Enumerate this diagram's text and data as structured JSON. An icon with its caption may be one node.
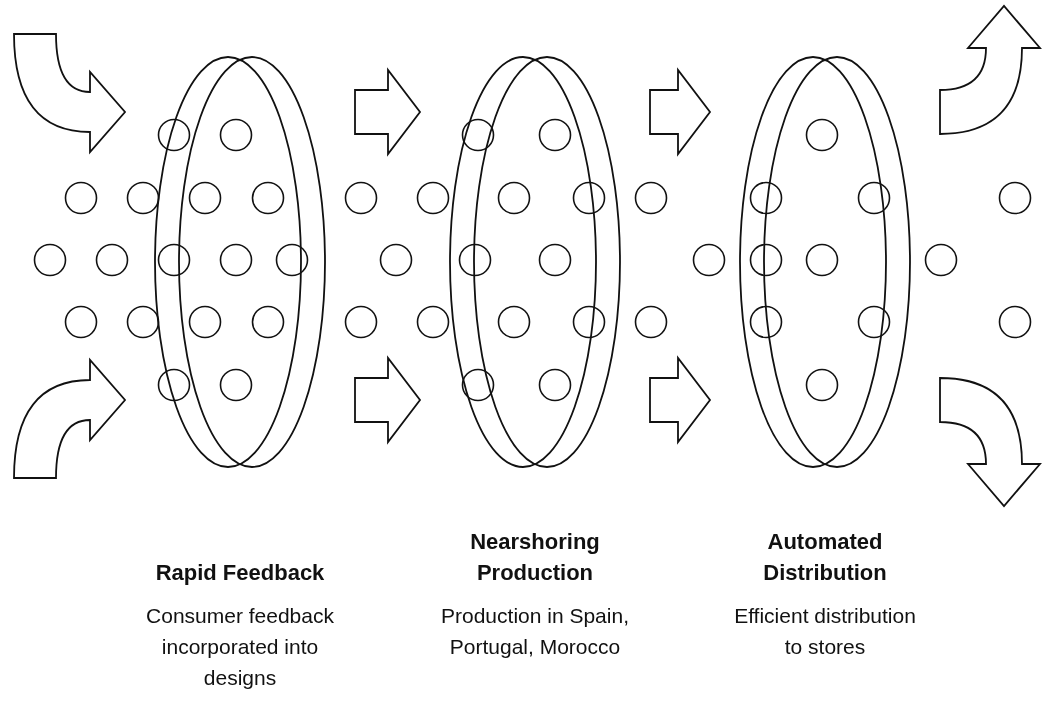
{
  "diagram": {
    "nodes": [
      {
        "text": [
          "Rapid Feedback"
        ]
      },
      {
        "text": [
          "Nearshoring Production"
        ]
      },
      {
        "text": [
          "Automated Distribution"
        ]
      }
    ],
    "edges": [
      {
        "from": null,
        "to": 0,
        "arrow": "to"
      },
      {
        "from": null,
        "to": 0,
        "arrow": "to"
      },
      {
        "from": 0,
        "to": 1,
        "arrow": "to"
      },
      {
        "from": 0,
        "to": 1,
        "arrow": "to"
      },
      {
        "from": 1,
        "to": 2,
        "arrow": "to"
      },
      {
        "from": 1,
        "to": 2,
        "arrow": "to"
      },
      {
        "from": 2,
        "to": null,
        "arrow": "to"
      },
      {
        "from": 2,
        "to": null,
        "arrow": "to"
      }
    ],
    "labels": [
      "Consumer feedback incorporated into designs",
      "Production in Spain, Portugal, Morocco",
      "Efficient distribution to stores"
    ]
  }
}
